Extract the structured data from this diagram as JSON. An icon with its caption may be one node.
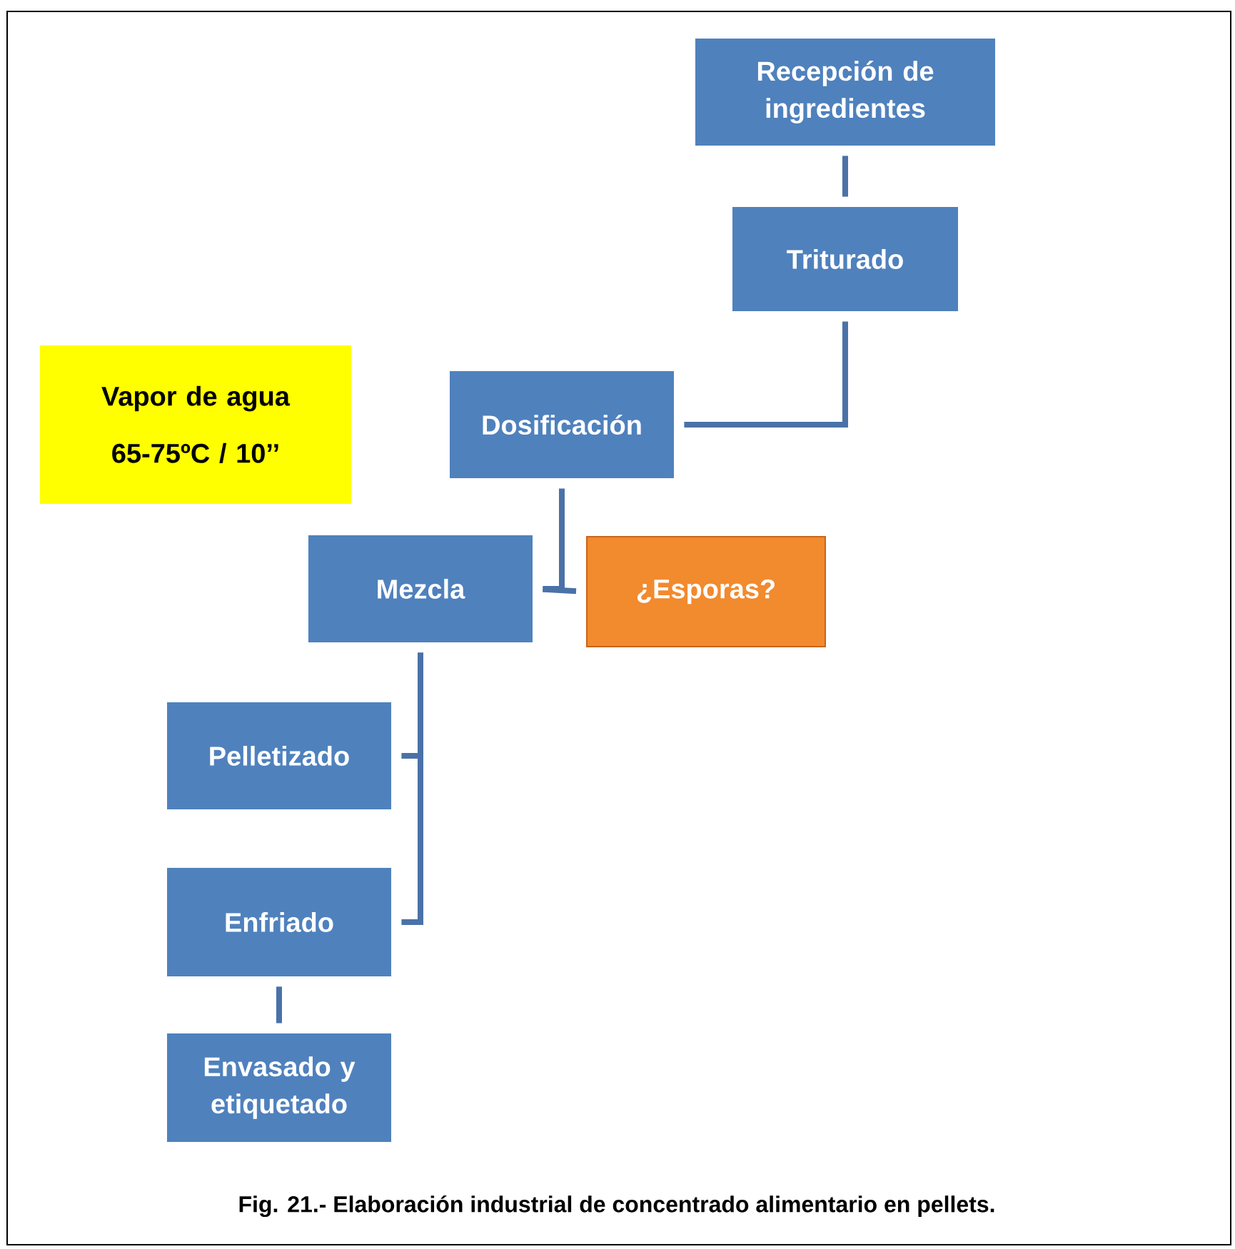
{
  "diagram": {
    "caption": "Fig. 21.- Elaboración industrial de concentrado alimentario en pellets.",
    "nodes": [
      {
        "text": [
          "Recepción de ingredientes"
        ]
      },
      {
        "text": [
          "Triturado"
        ]
      },
      {
        "text": [
          "Dosificación"
        ]
      },
      {
        "text": [
          "Vapor de agua",
          "65-75ºC / 10’’"
        ]
      },
      {
        "text": [
          "Mezcla"
        ]
      },
      {
        "text": [
          "¿Esporas?"
        ]
      },
      {
        "text": [
          "Pelletizado"
        ]
      },
      {
        "text": [
          "Enfriado"
        ]
      },
      {
        "text": [
          "Envasado y etiquetado"
        ]
      }
    ],
    "edges": [
      {
        "from": 0,
        "to": 1,
        "arrow": "none"
      },
      {
        "from": 1,
        "to": 2,
        "arrow": "none"
      },
      {
        "from": 2,
        "to": 4,
        "arrow": "none"
      },
      {
        "from": 4,
        "to": 5,
        "arrow": "none"
      },
      {
        "from": 4,
        "to": 6,
        "arrow": "none"
      },
      {
        "from": 4,
        "to": 7,
        "arrow": "none"
      },
      {
        "from": 7,
        "to": 8,
        "arrow": "none"
      }
    ]
  }
}
